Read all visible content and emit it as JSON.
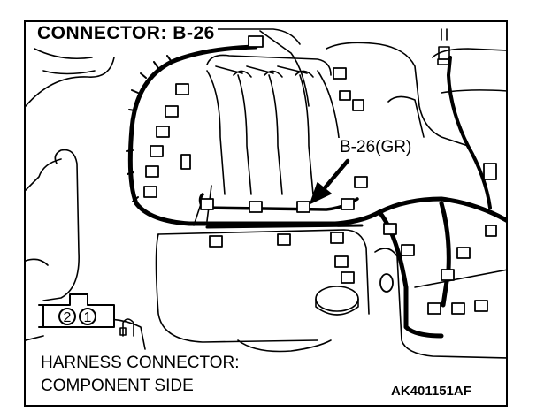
{
  "title": "CONNECTOR: B-26",
  "callout": "B-26(GR)",
  "caption": [
    "HARNESS CONNECTOR:",
    "COMPONENT SIDE"
  ],
  "figure_code": "AK401151AF",
  "pins": [
    "2",
    "1"
  ],
  "colors": {
    "line": "#000000",
    "background": "#ffffff"
  }
}
